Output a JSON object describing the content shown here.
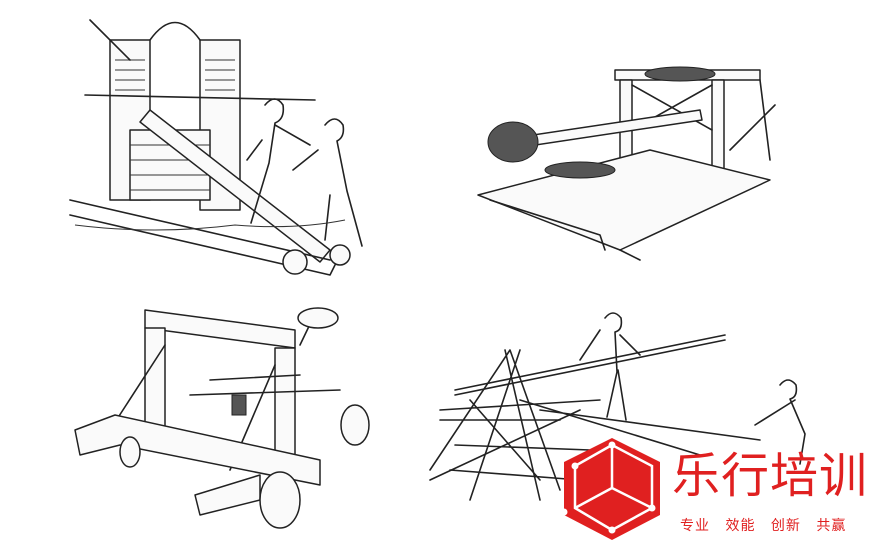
{
  "brand": {
    "name": "乐行培训",
    "slogan": "专业 效能 创新 共赢",
    "color": "#e02020"
  },
  "illustrations": [
    {
      "icon": "torsion-catapult-with-soldiers"
    },
    {
      "icon": "torsion-catapult-frame"
    },
    {
      "icon": "wheeled-catapult"
    },
    {
      "icon": "traction-trebuchet-with-men"
    }
  ]
}
